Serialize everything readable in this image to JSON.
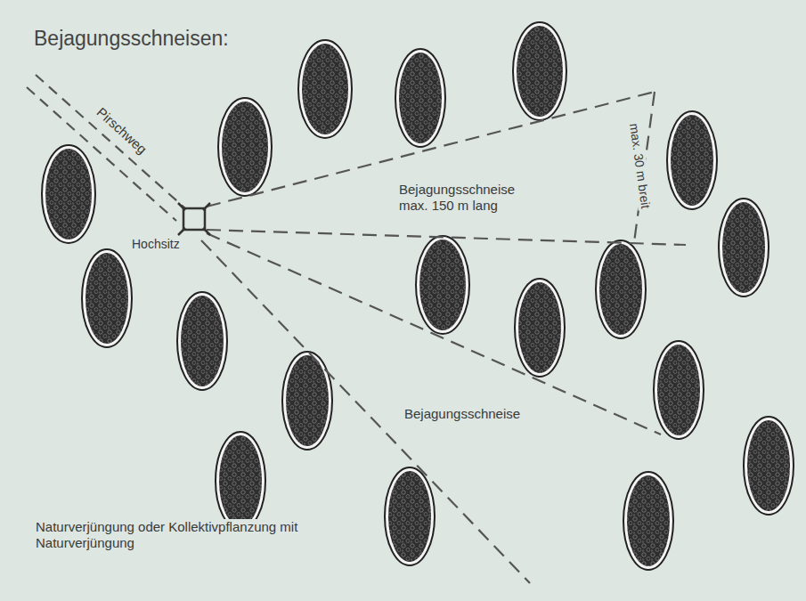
{
  "diagram": {
    "title": "Bejagungsschneisen:",
    "labels": [
      "Pirschweg",
      "Hochsitz",
      "Bejagungsschneise max. 150 m lang",
      "max. 30 m breit",
      "Bejagungsschneise",
      "Naturverjüngung oder Kollektivpflanzung mit Naturverjüngung"
    ]
  }
}
